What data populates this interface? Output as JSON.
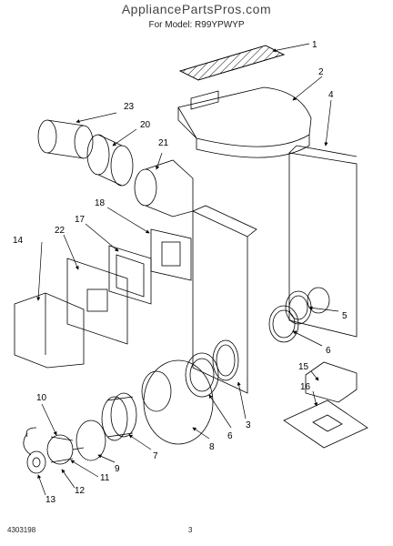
{
  "header": {
    "watermark": "AppliancePartsPros.com",
    "model_line": "For Model: R99YPWYP"
  },
  "footer": {
    "doc_number": "4303198",
    "page_number": "3"
  },
  "callouts": [
    "1",
    "2",
    "4",
    "23",
    "20",
    "21",
    "18",
    "17",
    "22",
    "14",
    "5",
    "6",
    "15",
    "16",
    "10",
    "3",
    "6",
    "8",
    "7",
    "9",
    "11",
    "12",
    "13"
  ],
  "colors": {
    "line": "#000000",
    "paper": "#ffffff"
  }
}
